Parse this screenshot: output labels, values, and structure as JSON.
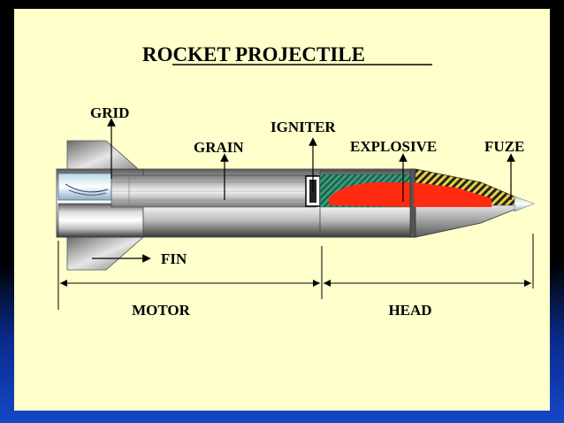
{
  "title": "ROCKET PROJECTILE",
  "labels": {
    "grid": "GRID",
    "igniter": "IGNITER",
    "grain": "GRAIN",
    "explosive": "EXPLOSIVE",
    "fuze": "FUZE",
    "fin": "FIN",
    "motor": "MOTOR",
    "head": "HEAD"
  },
  "colors": {
    "background": "#ffffcc",
    "body_gray": "#8a8a8a",
    "explosive": "#ff2a10",
    "liner": "#2e8a6a"
  }
}
